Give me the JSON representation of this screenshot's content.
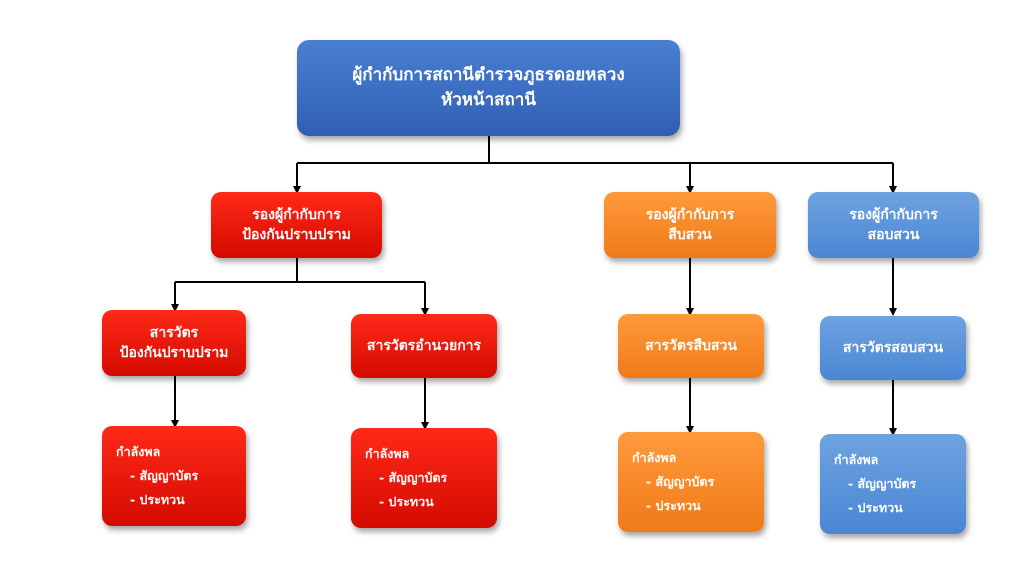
{
  "top": {
    "line1": "ผู้กำกับการสถานีตำรวจภูธรดอยหลวง",
    "line2": "หัวหน้าสถานี"
  },
  "deputies": [
    {
      "line1": "รองผู้กำกับการ",
      "line2": "ป้องกันปราบปราม"
    },
    {
      "line1": "รองผู้กำกับการ",
      "line2": "สืบสวน"
    },
    {
      "line1": "รองผู้กำกับการ",
      "line2": "สอบสวน"
    }
  ],
  "inspectors": [
    {
      "line1": "สารวัตร",
      "line2": "ป้องกันปราบปราม"
    },
    {
      "line1": "สารวัตรอำนวยการ"
    },
    {
      "line1": "สารวัตรสืบสวน"
    },
    {
      "line1": "สารวัตรสอบสวน"
    }
  ],
  "manpower": [
    {
      "title": "กำลังพล",
      "items": [
        "- สัญญาบัตร",
        "- ประทวน"
      ]
    },
    {
      "title": "กำลังพล",
      "items": [
        "- สัญญาบัตร",
        "- ประทวน"
      ]
    },
    {
      "title": "กำลังพล",
      "items": [
        "- สัญญาบัตร",
        "- ประทวน"
      ]
    },
    {
      "title": "กำลังพล",
      "items": [
        "- สัญญาบัตร",
        "- ประทวน"
      ]
    }
  ],
  "colors": {
    "top": "#3b6fc4",
    "prevention": "#ee1a0c",
    "investigation": "#f58a2a",
    "inquiry": "#5b95da",
    "connector": "#000000"
  }
}
